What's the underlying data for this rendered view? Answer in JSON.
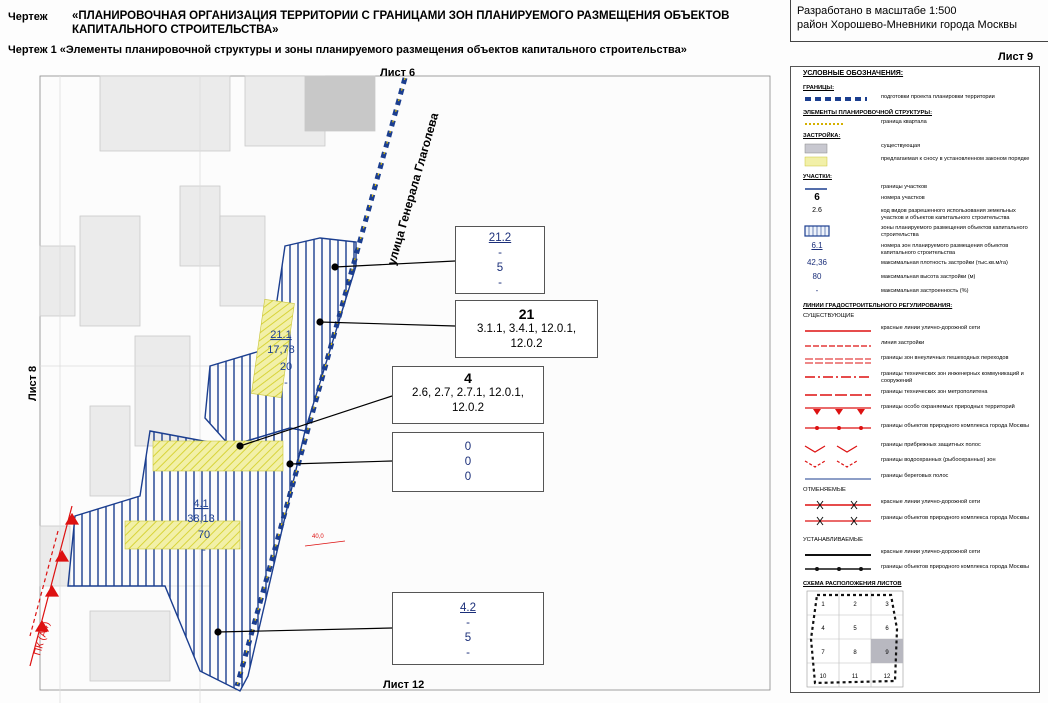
{
  "header": {
    "label": "Чертеж",
    "title": "«ПЛАНИРОВОЧНАЯ ОРГАНИЗАЦИЯ ТЕРРИТОРИИ С ГРАНИЦАМИ ЗОН ПЛАНИРУЕМОГО РАЗМЕЩЕНИЯ ОБЪЕКТОВ КАПИТАЛЬНОГО СТРОИТЕЛЬСТВА»",
    "scale": "Разработано в масштабе 1:500",
    "district": "район Хорошево-Мневники города Москвы",
    "subtitle": "Чертеж 1 «Элементы планировочной структуры и зоны планируемого размещения объектов капитального строительства»",
    "sheet": "Лист 9"
  },
  "map": {
    "sheet_top": "Лист 6",
    "sheet_bottom": "Лист 12",
    "sheet_left": "Лист 8",
    "street": "улица Генерала Глаголева",
    "road_label": "ПК (А4)",
    "dim_label": "40,0",
    "zone_a": {
      "number": "21.1",
      "density": "17,78",
      "height": "20",
      "percent": "-"
    },
    "zone_b": {
      "number": "4.1",
      "density": "38,13",
      "height": "70",
      "percent": "-"
    }
  },
  "callouts": {
    "c1": {
      "number": "21.2",
      "v1": "-",
      "v2": "5",
      "v3": "-"
    },
    "c2": {
      "number": "21",
      "codes": "3.1.1, 3.4.1, 12.0.1, 12.0.2"
    },
    "c3": {
      "number": "4",
      "codes": "2.6, 2.7, 2.7.1, 12.0.1, 12.0.2"
    },
    "c4": {
      "v1": "0",
      "v2": "0",
      "v3": "0"
    },
    "c5": {
      "number": "4.2",
      "v1": "-",
      "v2": "5",
      "v3": "-"
    }
  },
  "legend": {
    "title": "УСЛОВНЫЕ ОБОЗНАЧЕНИЯ:",
    "h_borders": "ГРАНИЦЫ:",
    "t_project": "подготовки проекта планировки территории",
    "h_elements": "ЭЛЕМЕНТЫ ПЛАНИРОВОЧНОЙ СТРУКТУРЫ:",
    "t_block": "граница квартала",
    "h_build": "ЗАСТРОЙКА:",
    "t_existing": "существующая",
    "t_demolish": "предлагаемая к сносу в установленном законом порядке",
    "h_plots": "УЧАСТКИ:",
    "t_plot_border": "границы участков",
    "sym_plot_no": "6",
    "t_plot_no": "номера участков",
    "sym_code": "2.6",
    "t_code": "код видов разрешенного использования земельных участков и объектов капитального строительства",
    "t_zone": "зоны планируемого размещения объектов капитального строительства",
    "sym_zone_no": "6.1",
    "t_zone_no": "номера зон планируемого размещения объектов капитального строительства",
    "sym_density": "42,36",
    "t_density": "максимальная плотность застройки (тыс.кв.м/га)",
    "sym_height": "80",
    "t_height": "максимальная высота застройки (м)",
    "sym_pct": "-",
    "t_pct": "максимальная застроенность (%)",
    "h_lines": "ЛИНИИ ГРАДОСТРОИТЕЛЬНОГО РЕГУЛИРОВАНИЯ:",
    "h_existing": "СУЩЕСТВУЮЩИЕ",
    "t_red": "красные линии улично-дорожной сети",
    "t_build_line": "линия застройки",
    "t_pedestrian": "границы зон внеуличных пешеходных переходов",
    "t_engineering": "границы технических зон инженерных коммуникаций и сооружений",
    "t_metro": "границы технических зон метрополитена",
    "t_protected": "границы особо охраняемых природных территорий",
    "t_nature": "границы объектов природного комплекса города Москвы",
    "t_shore_protect": "границы прибрежных защитных полос",
    "t_water": "границы водоохранных (рыбоохранных) зон",
    "t_shore": "границы береговых полос",
    "h_cancelled": "ОТМЕНЯЕМЫЕ",
    "t_red_c": "красные линии улично-дорожной сети",
    "t_nature_c": "границы объектов природного комплекса города Москвы",
    "h_established": "УСТАНАВЛИВАЕМЫЕ",
    "t_red_e": "красные линии улично-дорожной сети",
    "t_nature_e": "границы объектов природного комплекса города Москвы",
    "h_scheme": "СХЕМА РАСПОЛОЖЕНИЯ ЛИСТОВ",
    "grid": [
      "1",
      "2",
      "3",
      "4",
      "5",
      "6",
      "7",
      "8",
      "9",
      "10",
      "11",
      "12"
    ]
  }
}
